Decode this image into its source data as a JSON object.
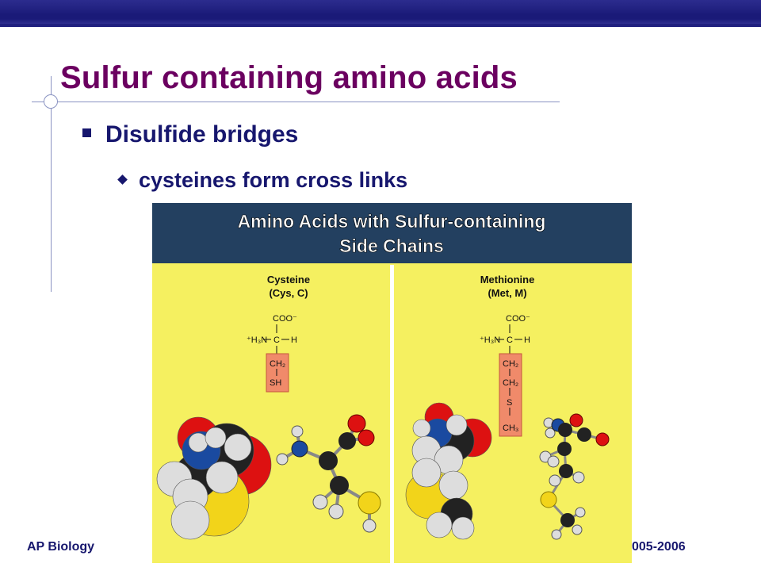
{
  "slide": {
    "title": "Sulfur containing amino acids",
    "bullet_level1": "Disulfide bridges",
    "bullet_level2": "cysteines form cross links",
    "footer_left": "AP Biology",
    "footer_right": "005-2006"
  },
  "figure": {
    "header_line1": "Amino Acids with Sulfur-containing",
    "header_line2": "Side Chains",
    "cysteine": {
      "name": "Cysteine",
      "abbrev": "(Cys, C)",
      "carboxyl": "COO⁻",
      "amine": "⁺H₃N",
      "alpha_c": "C",
      "h": "H",
      "side_chain": [
        "CH₂",
        "SH"
      ]
    },
    "methionine": {
      "name": "Methionine",
      "abbrev": "(Met, M)",
      "carboxyl": "COO⁻",
      "amine": "⁺H₃N",
      "alpha_c": "C",
      "h": "H",
      "side_chain": [
        "CH₂",
        "CH₂",
        "S",
        "CH₃"
      ]
    },
    "colors": {
      "header_bg": "#234060",
      "panel_bg": "#f5f060",
      "side_chain_box": "#f08a6a",
      "oxygen": "#dd1111",
      "nitrogen": "#1a4aa0",
      "sulfur": "#f2d41a",
      "carbon": "#222222",
      "hydrogen": "#dddddd"
    }
  }
}
